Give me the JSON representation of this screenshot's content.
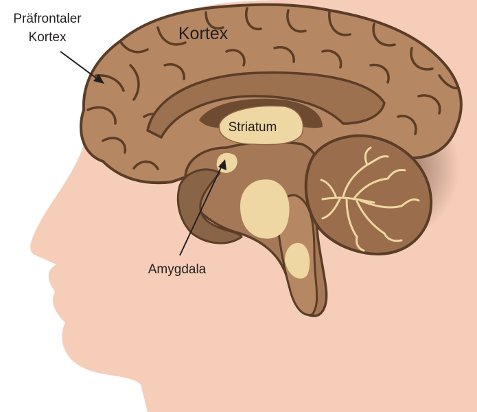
{
  "labels": {
    "prefrontal_line1": "Präfrontaler",
    "prefrontal_line2": "Kortex",
    "cortex": "Kortex",
    "striatum": "Striatum",
    "amygdala": "Amygdala"
  },
  "colors": {
    "skin": "#f6cdb9",
    "brain_base": "#b58762",
    "brain_outline": "#5b3d27",
    "brain_dark": "#8a6446",
    "highlight": "#eed7a2",
    "text": "#231f20"
  }
}
